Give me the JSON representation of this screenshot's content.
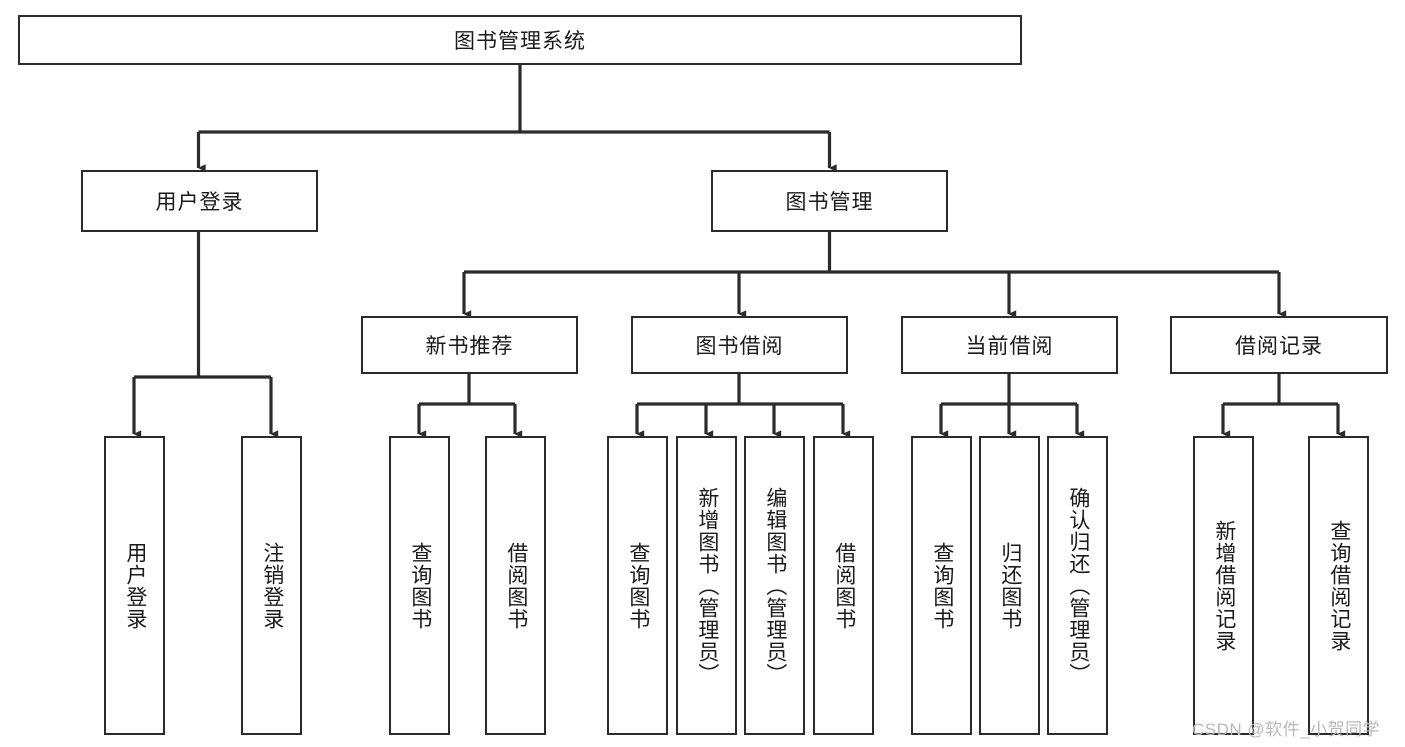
{
  "diagram": {
    "title": "图书管理系统",
    "watermark": "CSDN @软件_小贺同学",
    "colors": {
      "stroke": "#2b2b2b",
      "fill": "#ffffff",
      "text": "#1a1a1a",
      "watermark": "#b9b9b9"
    },
    "nodes": {
      "root": {
        "label": "图书管理系统"
      },
      "level2": [
        {
          "id": "user-login",
          "label": "用户登录"
        },
        {
          "id": "book-management",
          "label": "图书管理"
        }
      ],
      "level3": [
        {
          "id": "new-book-recommend",
          "label": "新书推荐"
        },
        {
          "id": "book-borrow",
          "label": "图书借阅"
        },
        {
          "id": "current-borrow",
          "label": "当前借阅"
        },
        {
          "id": "borrow-record",
          "label": "借阅记录"
        }
      ],
      "leaves": {
        "user_login": [
          {
            "id": "leaf-user-login",
            "label": "用户登录"
          },
          {
            "id": "leaf-logout-login",
            "label": "注销登录"
          }
        ],
        "new_book_recommend": [
          {
            "id": "leaf-query-book-1",
            "label": "查询图书"
          },
          {
            "id": "leaf-borrow-book-1",
            "label": "借阅图书"
          }
        ],
        "book_borrow": [
          {
            "id": "leaf-query-book-2",
            "label": "查询图书"
          },
          {
            "id": "leaf-add-book",
            "label": "新增图书（管理员）"
          },
          {
            "id": "leaf-edit-book",
            "label": "编辑图书（管理员）"
          },
          {
            "id": "leaf-borrow-book-2",
            "label": "借阅图书"
          }
        ],
        "current_borrow": [
          {
            "id": "leaf-query-book-3",
            "label": "查询图书"
          },
          {
            "id": "leaf-return-book",
            "label": "归还图书"
          },
          {
            "id": "leaf-confirm-return",
            "label": "确认归还（管理员）"
          }
        ],
        "borrow_record": [
          {
            "id": "leaf-add-record",
            "label": "新增借阅记录"
          },
          {
            "id": "leaf-query-record",
            "label": "查询借阅记录"
          }
        ]
      }
    }
  },
  "chart_data": {
    "type": "table",
    "title": "图书管理系统 功能结构图",
    "hierarchy": {
      "name": "图书管理系统",
      "children": [
        {
          "name": "用户登录",
          "children": [
            {
              "name": "用户登录"
            },
            {
              "name": "注销登录"
            }
          ]
        },
        {
          "name": "图书管理",
          "children": [
            {
              "name": "新书推荐",
              "children": [
                {
                  "name": "查询图书"
                },
                {
                  "name": "借阅图书"
                }
              ]
            },
            {
              "name": "图书借阅",
              "children": [
                {
                  "name": "查询图书"
                },
                {
                  "name": "新增图书（管理员）"
                },
                {
                  "name": "编辑图书（管理员）"
                },
                {
                  "name": "借阅图书"
                }
              ]
            },
            {
              "name": "当前借阅",
              "children": [
                {
                  "name": "查询图书"
                },
                {
                  "name": "归还图书"
                },
                {
                  "name": "确认归还（管理员）"
                }
              ]
            },
            {
              "name": "借阅记录",
              "children": [
                {
                  "name": "新增借阅记录"
                },
                {
                  "name": "查询借阅记录"
                }
              ]
            }
          ]
        }
      ]
    }
  }
}
